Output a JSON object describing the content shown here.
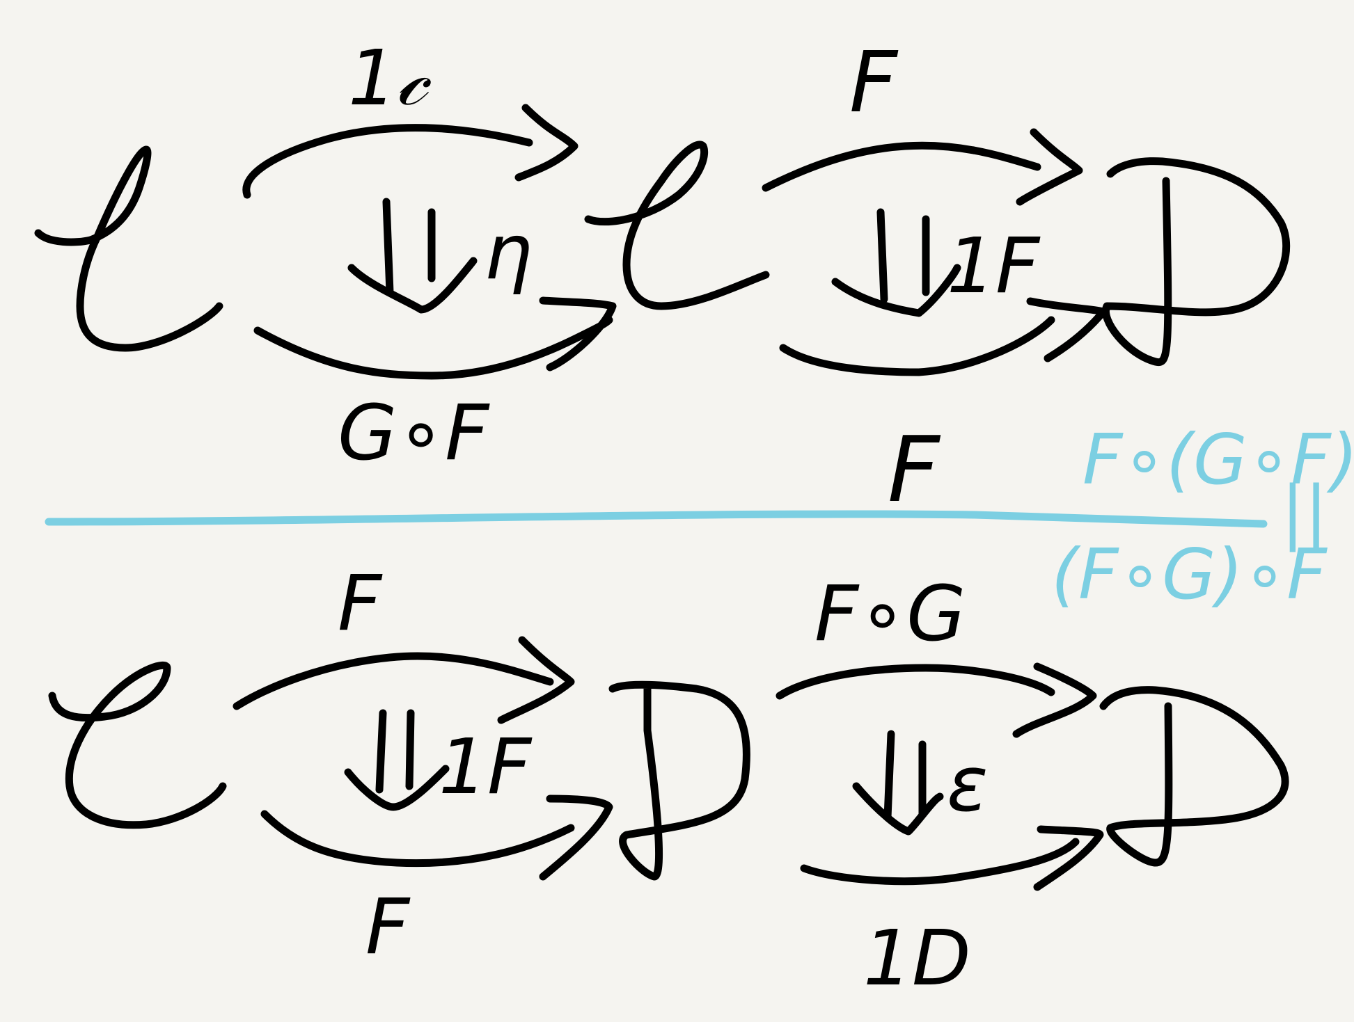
{
  "top_diagram": {
    "object_left": "𝒞",
    "object_middle": "𝒞",
    "object_right": "D",
    "arrow_left_top": "1𝒸",
    "arrow_left_bottom": "G∘F",
    "arrow_right_top": "F",
    "arrow_right_bottom": "F",
    "two_cell_left": "η",
    "two_cell_right": "1F"
  },
  "annotation": {
    "line1": "F∘(G∘F)",
    "equals": "||",
    "line2": "(F∘G)∘F",
    "color": "#7ccfe2"
  },
  "bottom_diagram": {
    "object_left": "𝒞",
    "object_middle": "D",
    "object_right": "D",
    "arrow_left_top": "F",
    "arrow_left_bottom": "F",
    "arrow_right_top": "F∘G",
    "arrow_right_bottom": "1D",
    "two_cell_left": "1F",
    "two_cell_right": "ε"
  }
}
